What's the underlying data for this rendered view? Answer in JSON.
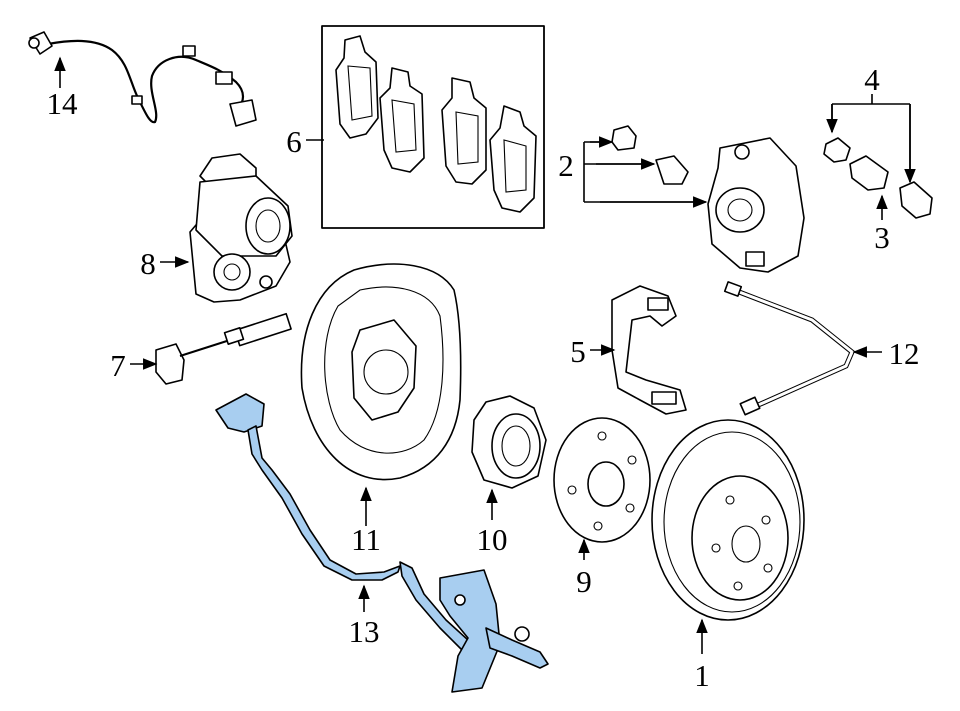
{
  "diagram": {
    "highlight_color": "#a8cef0",
    "callouts": [
      {
        "id": "1",
        "label": "1"
      },
      {
        "id": "2",
        "label": "2"
      },
      {
        "id": "3",
        "label": "3"
      },
      {
        "id": "4",
        "label": "4"
      },
      {
        "id": "5",
        "label": "5"
      },
      {
        "id": "6",
        "label": "6"
      },
      {
        "id": "7",
        "label": "7"
      },
      {
        "id": "8",
        "label": "8"
      },
      {
        "id": "9",
        "label": "9"
      },
      {
        "id": "10",
        "label": "10"
      },
      {
        "id": "11",
        "label": "11"
      },
      {
        "id": "12",
        "label": "12"
      },
      {
        "id": "13",
        "label": "13"
      },
      {
        "id": "14",
        "label": "14"
      }
    ]
  }
}
